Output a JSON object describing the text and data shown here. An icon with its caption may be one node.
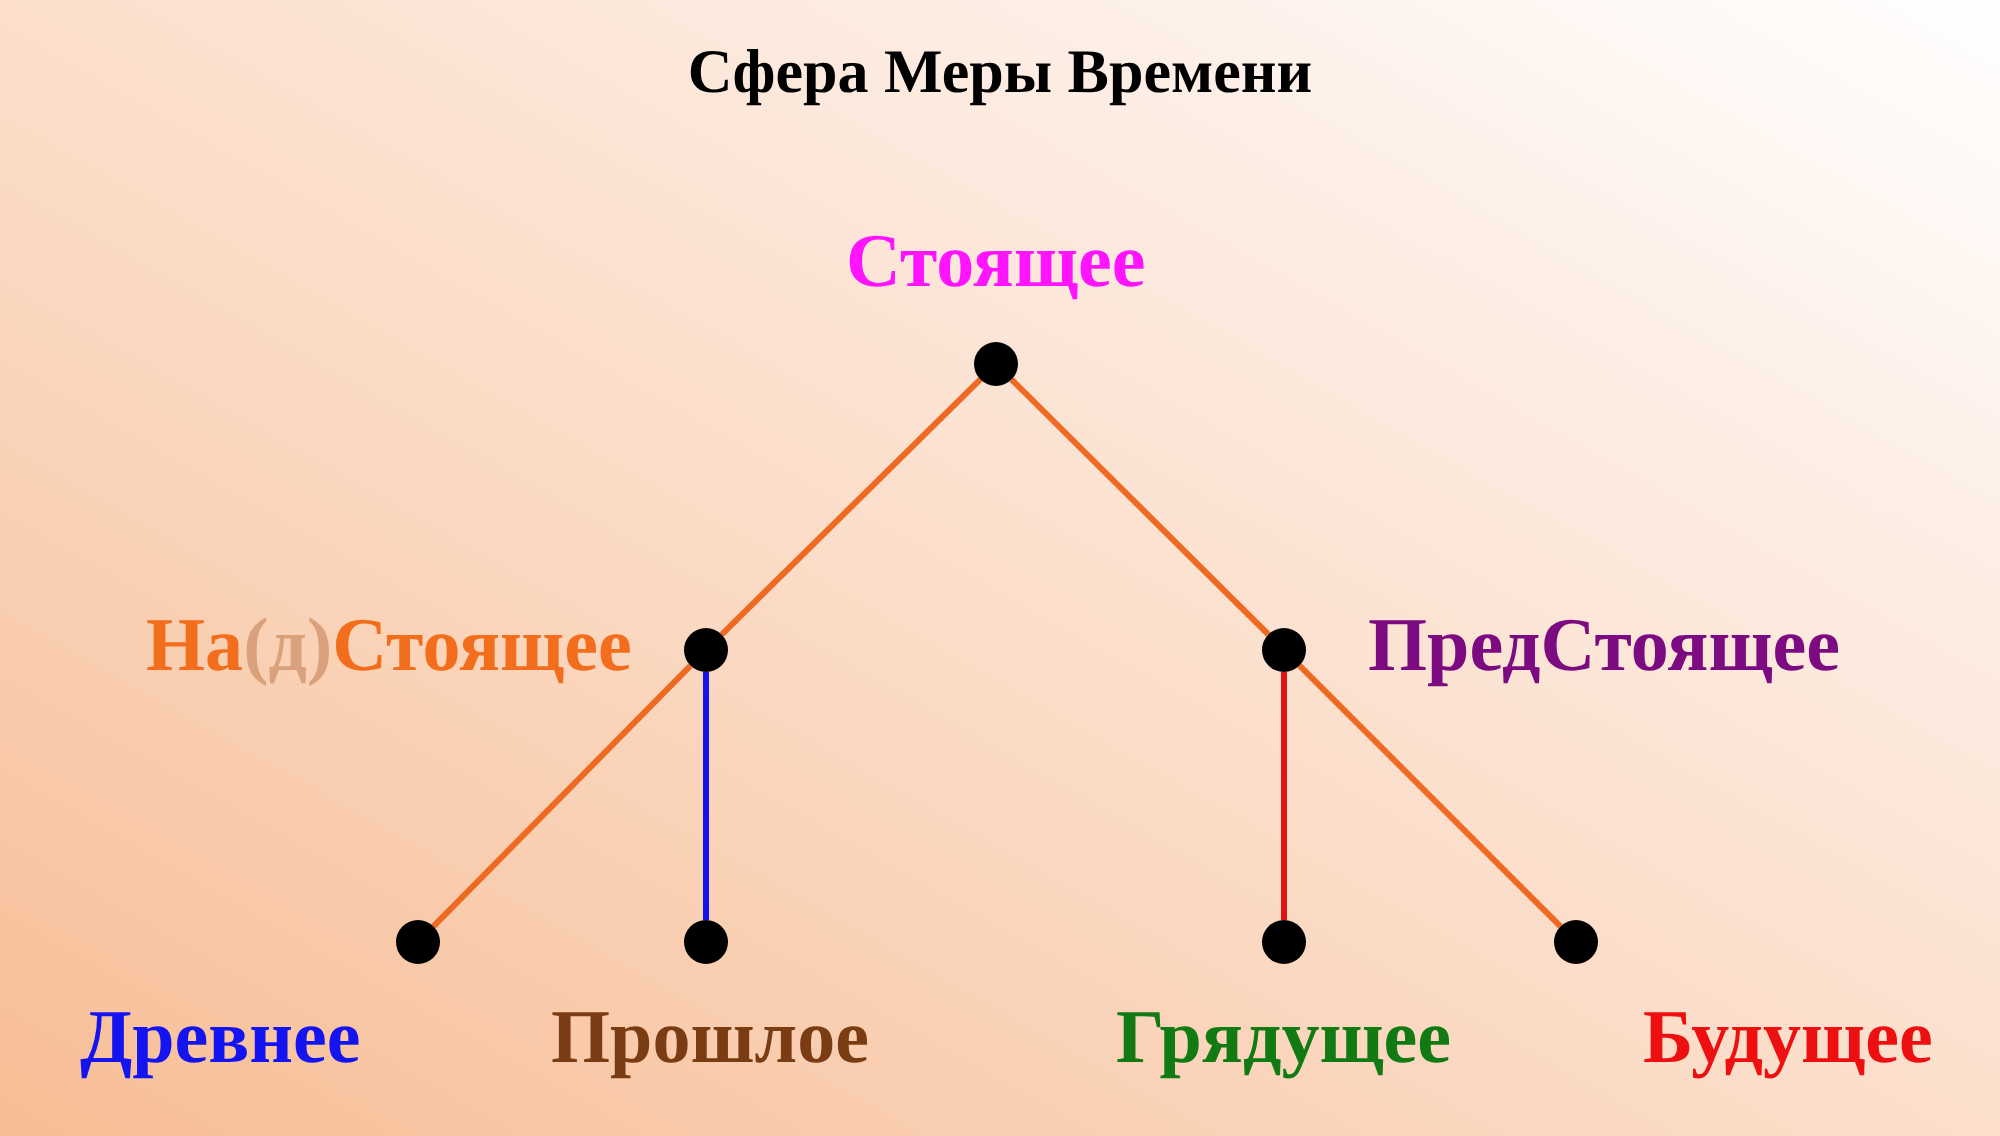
{
  "diagram": {
    "title": "Сфера Меры Времени",
    "nodes": [
      {
        "text": [],
        "shape": "circle",
        "beside": [
          "Стоящее"
        ]
      },
      {
        "text": [],
        "shape": "circle",
        "beside": [
          "На(д)Стоящее"
        ]
      },
      {
        "text": [],
        "shape": "circle",
        "beside": [
          "ПредСтоящее"
        ]
      },
      {
        "text": [],
        "shape": "circle",
        "beside": [
          "Древнее"
        ]
      },
      {
        "text": [],
        "shape": "circle",
        "beside": [
          "Прошлое"
        ]
      },
      {
        "text": [],
        "shape": "circle",
        "beside": [
          "Грядущее"
        ]
      },
      {
        "text": [],
        "shape": "circle",
        "beside": [
          "Будущее"
        ]
      }
    ],
    "edges": [
      {
        "from": 0,
        "to": 1,
        "arrow": "none"
      },
      {
        "from": 0,
        "to": 2,
        "arrow": "none"
      },
      {
        "from": 1,
        "to": 3,
        "arrow": "none"
      },
      {
        "from": 1,
        "to": 4,
        "arrow": "none",
        "color": "#1414e6"
      },
      {
        "from": 2,
        "to": 5,
        "arrow": "none",
        "color": "#e01414"
      },
      {
        "from": 2,
        "to": 6,
        "arrow": "none"
      }
    ]
  }
}
